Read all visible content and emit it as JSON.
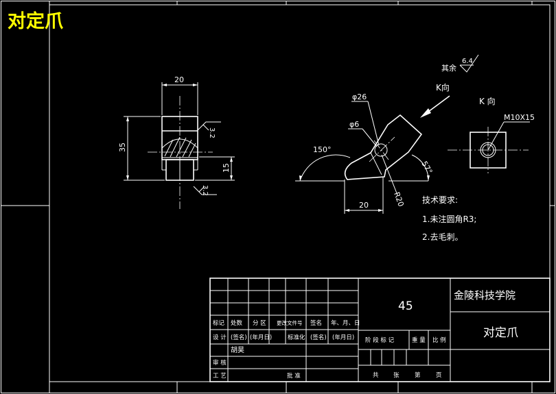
{
  "drawing_title": "对定爪",
  "dimensions": {
    "side_width": "20",
    "side_height": "35",
    "side_lower": "15",
    "roughness_top": "3.2",
    "roughness_bottom": "3.2",
    "diameter_large": "φ26",
    "diameter_small": "φ6",
    "angle_left": "150°",
    "angle_right": "57°",
    "base_length": "20",
    "radius": "R20",
    "view_label_arrow": "K向",
    "view_label_title": "K 向",
    "thread": "M10X15"
  },
  "surface_finish": {
    "label": "其余",
    "value": "6.4"
  },
  "technical_requirements": {
    "heading": "技术要求:",
    "items": [
      "1.未注圆角R3;",
      "2.去毛刺。"
    ]
  },
  "title_block": {
    "material": "45",
    "institution": "金陵科技学院",
    "part_name": "对定爪",
    "row_labels": {
      "mark": "标记",
      "count": "处数",
      "zone": "分 区",
      "change_doc": "更改文件号",
      "sign": "签名",
      "date": "年、月、日",
      "design": "设 计",
      "sign_paren": "(签名)",
      "date_paren": "(年月日)",
      "standardize": "标准化",
      "sign_paren2": "(签名)",
      "date_paren2": "(年月日)",
      "author": "胡昊",
      "review": "审 核",
      "process": "工 艺",
      "approve": "批 准"
    },
    "stage_labels": [
      "阶 段 标 记",
      "重 量",
      "比 例"
    ],
    "sheet_labels": [
      "共",
      "张",
      "第",
      "页"
    ]
  }
}
